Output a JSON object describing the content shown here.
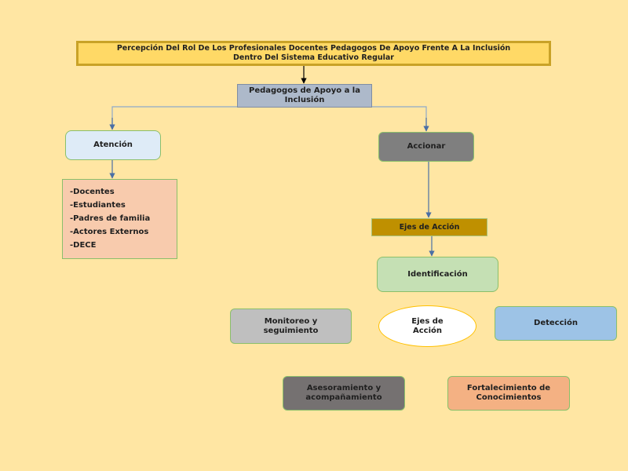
{
  "title": {
    "line1": "Percepción Del Rol De Los Profesionales Docentes Pedagogos De Apoyo Frente A La Inclusión",
    "line2": "Dentro Del Sistema Educativo Regular"
  },
  "pedagogos": {
    "line1": "Pedagogos de Apoyo a la",
    "line2": "Inclusión"
  },
  "atencion": {
    "label": "Atención"
  },
  "accionar": {
    "label": "Accionar"
  },
  "groups": [
    "-Docentes",
    "-Estudiantes",
    "-Padres de familia",
    "-Actores Externos",
    "-DECE"
  ],
  "ejes_bar": {
    "label": "Ejes de Acción"
  },
  "identificacion": {
    "label": "Identificación"
  },
  "monitoreo": {
    "line1": "Monitoreo y",
    "line2": "seguimiento"
  },
  "ejes_center": {
    "line1": "Ejes de",
    "line2": "Acción"
  },
  "deteccion": {
    "label": "Detección"
  },
  "asesoramiento": {
    "line1": "Asesoramiento y",
    "line2": "acompañamiento"
  },
  "fortalecimiento": {
    "line1": "Fortalecimiento de",
    "line2": "Conocimientos"
  },
  "colors": {
    "background": "#ffe6a3",
    "title_fill": "#ffd966",
    "connector": "#4a6fa5"
  }
}
